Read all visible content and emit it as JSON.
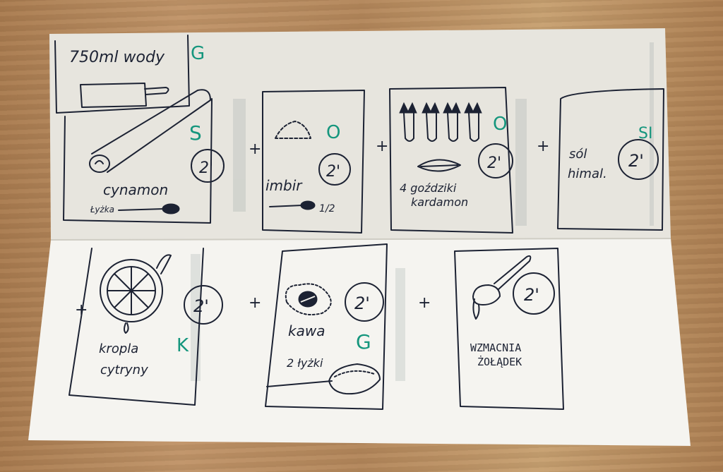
{
  "labels": {
    "water": "750ml wody",
    "cinnamon": "cynamon",
    "teaspoon": "Łyżka",
    "ginger": "imbir",
    "ginger_amount": "1/2",
    "cloves_line1": "4 goździki",
    "cloves_line2": "kardamon",
    "salt_line1": "sól",
    "salt_line2": "himal.",
    "lemon_line1": "kropla",
    "lemon_line2": "cytryny",
    "coffee": "kawa",
    "coffee_amount": "2 łyżki",
    "stomach_line1": "WZMACNIA",
    "stomach_line2": "ŻOŁĄDEK"
  },
  "minutes": [
    "2'",
    "2'",
    "2'",
    "2'",
    "2'",
    "2'",
    "2'"
  ],
  "element_letters": {
    "water": "G",
    "cinnamon": "S",
    "ginger": "O",
    "cloves": "O",
    "salt": "SI",
    "lemon": "K",
    "coffee": "G"
  },
  "plus_signs": [
    "+",
    "+",
    "+",
    "+",
    "+",
    "+"
  ],
  "colors": {
    "ink": "#1c2233",
    "green_ink": "#15967d",
    "paper": "#f4f3ee",
    "wood": "#b8895a"
  }
}
